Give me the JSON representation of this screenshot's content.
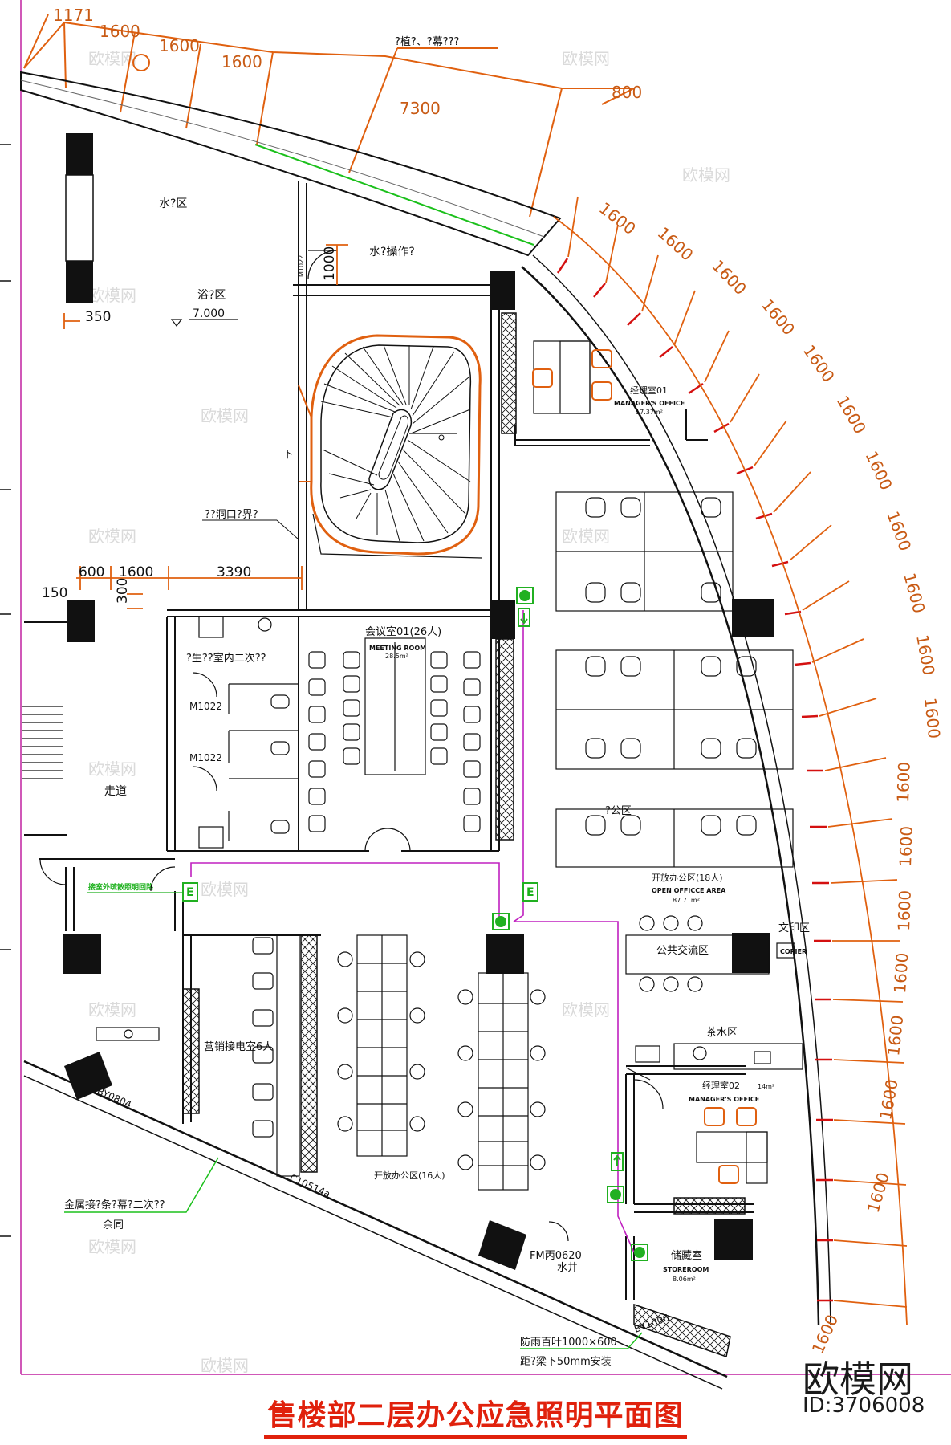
{
  "title": "售楼部二层办公应急照明平面图",
  "watermark": {
    "logo": "欧模网",
    "id": "ID:3706008",
    "tile": "欧模网"
  },
  "dims_top": [
    "1171",
    "1600",
    "1600",
    "1600",
    "7300",
    "800"
  ],
  "dims_arc": [
    "1600",
    "1600",
    "1600",
    "1600",
    "1600",
    "1600",
    "1600",
    "1600",
    "1600",
    "1600",
    "1600",
    "1600",
    "1600",
    "1600",
    "1600",
    "1600",
    "1600",
    "1600",
    "1600"
  ],
  "dims_mid": {
    "d150": "150",
    "d600": "600",
    "d1600": "1600",
    "d3390": "3390",
    "d300": "300",
    "d350": "350",
    "d1000": "1000"
  },
  "labels": {
    "top_note": "?植?、?幕???",
    "water_area": "水?区",
    "water_ops": "水?操作?",
    "bath_area": "浴?区",
    "elevation": "7.000",
    "door_m1022_top": "M1022",
    "down": "下",
    "opening_note": "??洞口?界?",
    "wc_note": "?生??室内二次??",
    "door_m1022_a": "M1022",
    "door_m1022_b": "M1022",
    "corridor": "走道",
    "exit_note": "接室外疏散照明回路",
    "meeting_cn": "会议室01(26人)",
    "meeting_en": "MEETING ROOM",
    "meeting_area": "28.5m²",
    "mgr1_cn": "经理室01",
    "mgr1_en": "MANAGER'S OFFICE",
    "mgr1_area": "17.37m²",
    "office_cn": "?公区",
    "open18_cn": "开放办公区(18人)",
    "open18_en": "OPEN OFFICCE AREA",
    "open18_area": "87.71m²",
    "print_area": "文印区",
    "copier": "COPIER",
    "public_area": "公共交流区",
    "tea_area": "茶水区",
    "mgr2_cn": "经理室02",
    "mgr2_area": "14m²",
    "mgr2_en": "MANAGER'S OFFICE",
    "reception": "营销接电室6人",
    "open16_cn": "开放办公区(16人)",
    "store_cn": "储藏室",
    "store_en": "STOREROOM",
    "store_area": "8.06m²",
    "metal_note": "金属接?条?幕?二次??",
    "yujian": "余同",
    "by0804": "BY0804",
    "c10514": "C10514a",
    "fm": "FM丙0620",
    "shaft": "水井",
    "louver": "防雨百叶1000×600",
    "louver2": "距?梁下50mm安装",
    "by1006": "BY1006",
    "e1": "E",
    "e2": "E"
  },
  "colors": {
    "dimension": "#e0600f",
    "wall": "#111111",
    "emergency": "#c020c0",
    "fixture": "#21b021",
    "title": "#e0210c",
    "border": "#c020a0",
    "mullion": "#d41010"
  }
}
